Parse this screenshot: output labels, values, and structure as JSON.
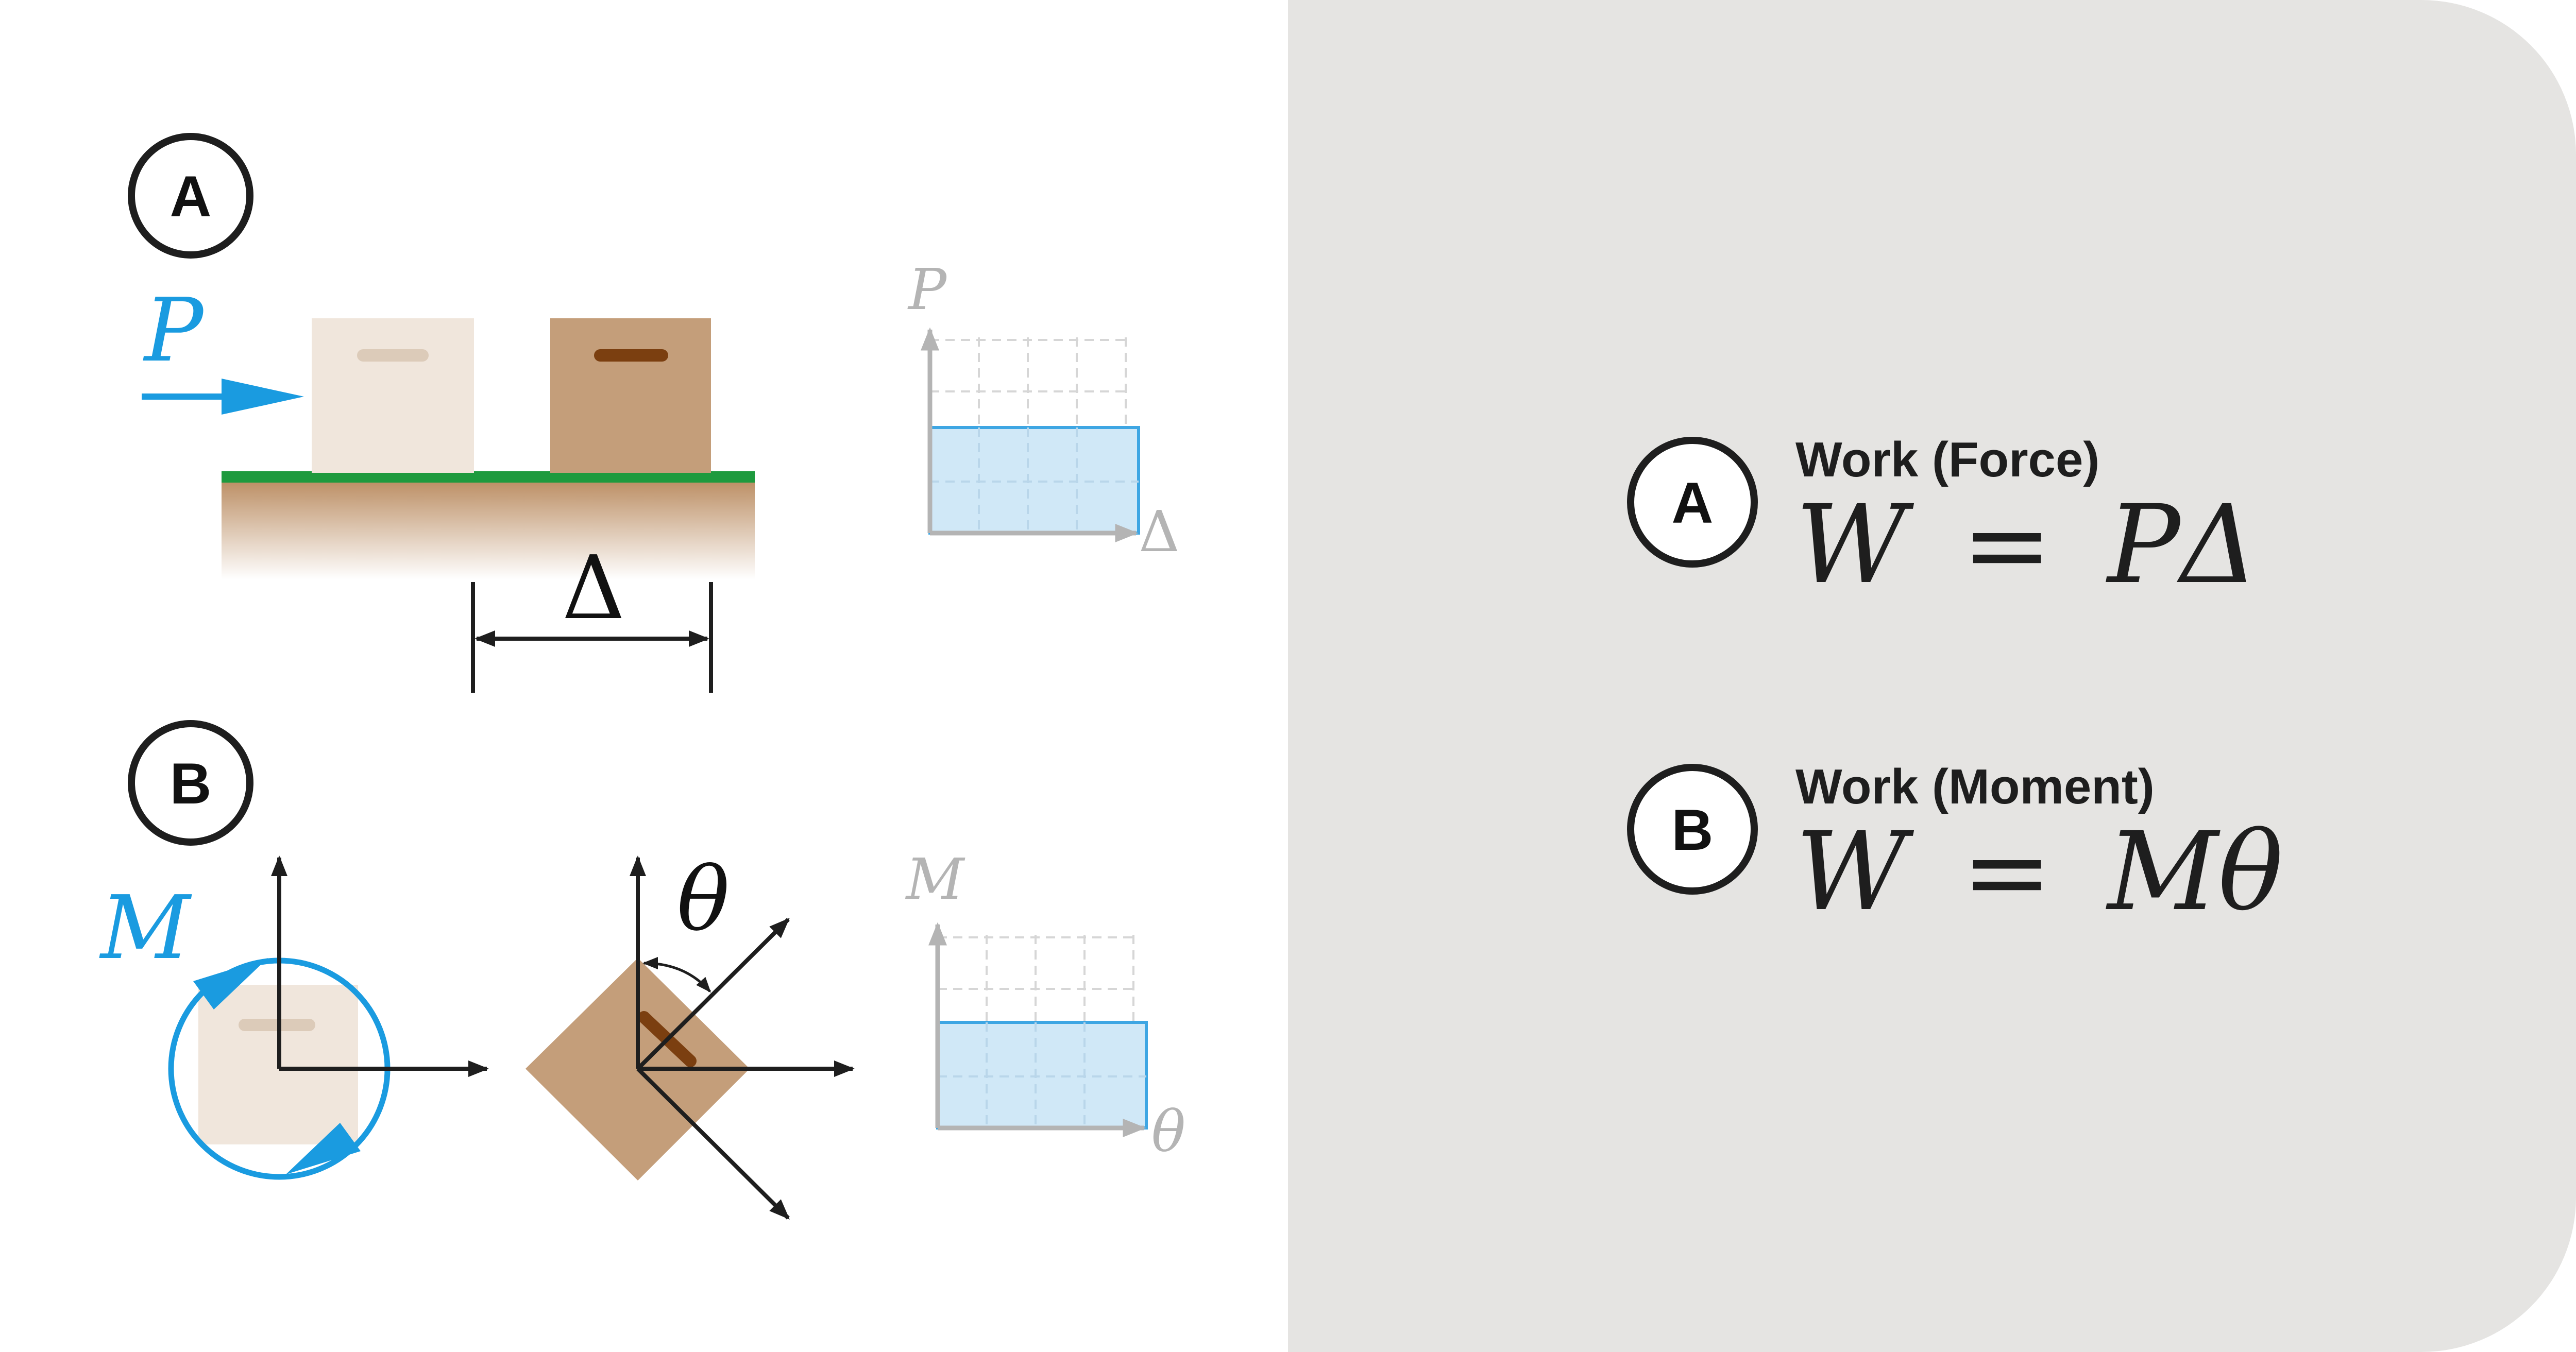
{
  "panel_a": {
    "badge": "A",
    "force_symbol": "P",
    "displacement_symbol": "Δ",
    "plot": {
      "y_label": "P",
      "x_label": "Δ"
    }
  },
  "panel_b": {
    "badge": "B",
    "moment_symbol": "M",
    "angle_symbol": "θ",
    "plot": {
      "y_label": "M",
      "x_label": "θ"
    }
  },
  "equations": [
    {
      "badge": "A",
      "title": "Work (Force)",
      "lhs": "W",
      "op": "=",
      "rhs": "PΔ"
    },
    {
      "badge": "B",
      "title": "Work (Moment)",
      "lhs": "W",
      "op": "=",
      "rhs": "Mθ"
    }
  ],
  "colors": {
    "accent_blue": "#1a9be0",
    "box_light": "#f0e6dc",
    "box_dark": "#c49e7a",
    "handle_dark": "#7b3f10",
    "ground_green": "#1e9a3e",
    "panel_bg": "#e5e4e2",
    "plot_fill": "#d0e8f7",
    "grey": "#b4b4b4"
  }
}
